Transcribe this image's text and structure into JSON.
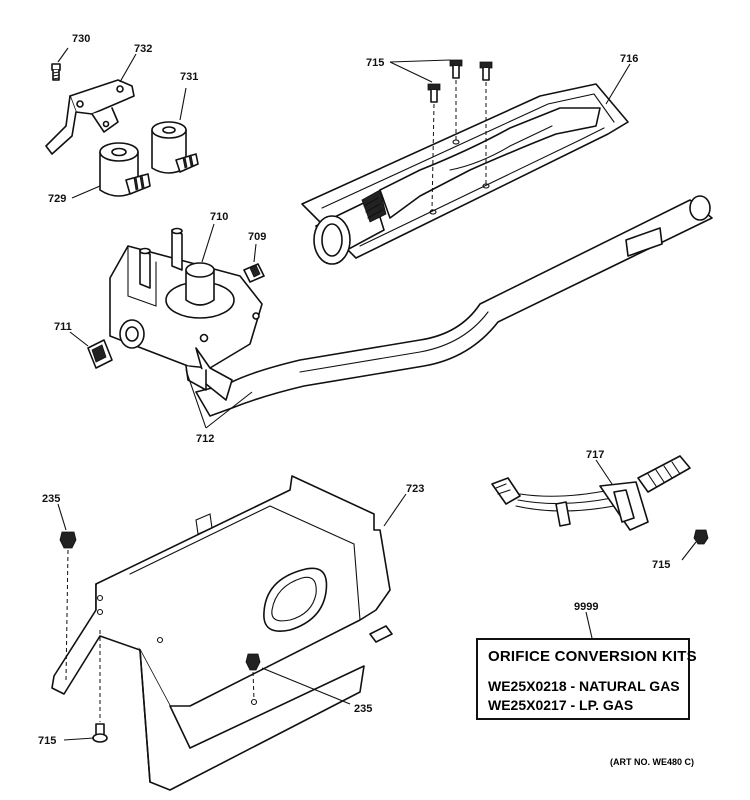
{
  "callouts": {
    "c730": "730",
    "c732": "732",
    "c731": "731",
    "c729": "729",
    "c715_top": "715",
    "c716": "716",
    "c710": "710",
    "c709": "709",
    "c711": "711",
    "c712": "712",
    "c235_left": "235",
    "c723": "723",
    "c717": "717",
    "c715_right": "715",
    "c9999": "9999",
    "c235_bottom": "235",
    "c715_bottom": "715"
  },
  "kit_box": {
    "title": "ORIFICE CONVERSION KITS",
    "lines": [
      "WE25X0218 - NATURAL GAS",
      "WE25X0217 - LP. GAS"
    ]
  },
  "art_number": "(ART NO. WE480 C)"
}
